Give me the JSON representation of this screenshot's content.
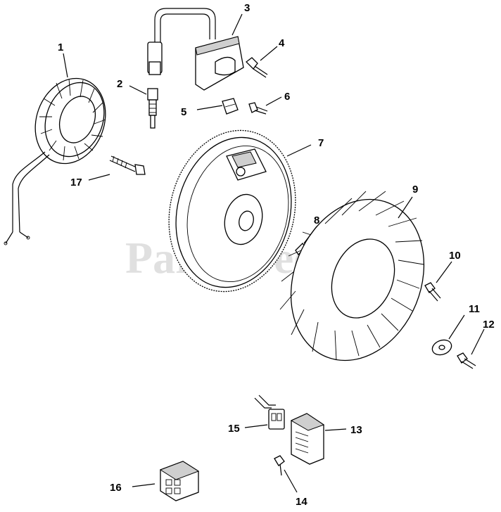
{
  "watermark": "PartsTree",
  "callouts": [
    "1",
    "2",
    "3",
    "4",
    "5",
    "6",
    "7",
    "8",
    "9",
    "10",
    "11",
    "12",
    "13",
    "14",
    "15",
    "16",
    "17"
  ]
}
